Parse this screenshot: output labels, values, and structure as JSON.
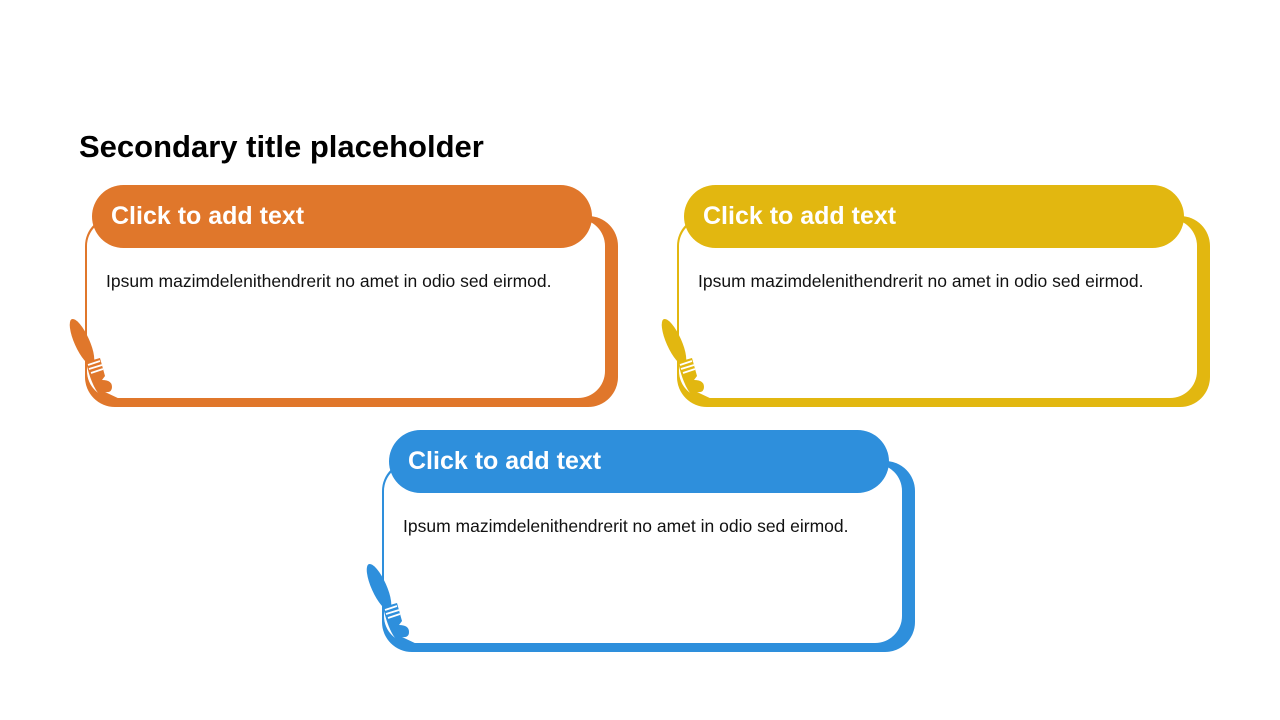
{
  "title": "Secondary title placeholder",
  "cards": [
    {
      "heading": "Click to add text",
      "body": "Ipsum mazimdelenithendrerit no amet in odio sed eirmod.",
      "color": "#E0772B"
    },
    {
      "heading": "Click to add text",
      "body": "Ipsum mazimdelenithendrerit no amet in odio sed eirmod.",
      "color": "#E2B710"
    },
    {
      "heading": "Click to add text",
      "body": "Ipsum mazimdelenithendrerit no amet in odio sed eirmod.",
      "color": "#2E8FDC"
    }
  ]
}
